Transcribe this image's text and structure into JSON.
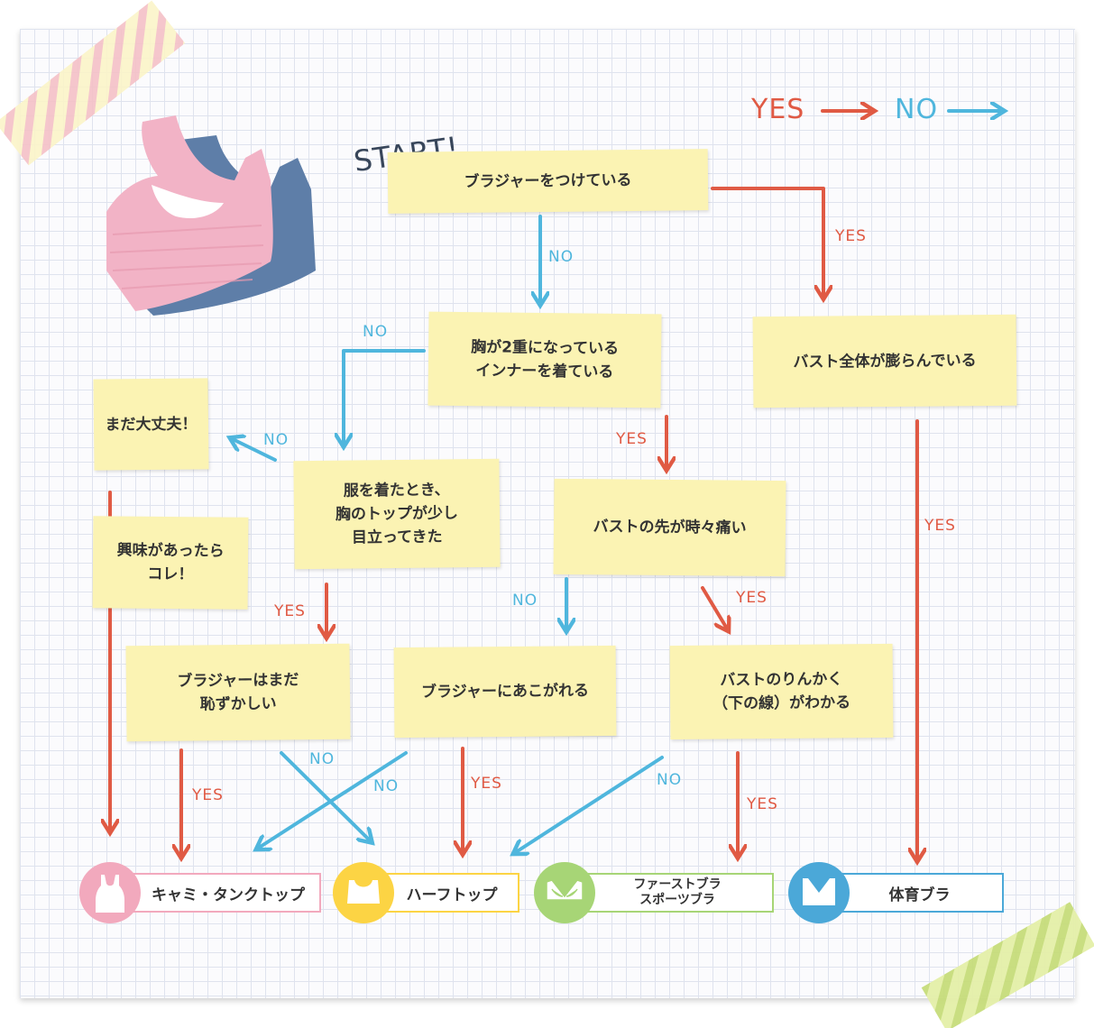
{
  "legend": {
    "yes": "YES",
    "no": "NO"
  },
  "start": "START!",
  "nodes": {
    "q1": "ブラジャーをつけている",
    "q2": "胸が2重になっている\nインナーを着ている",
    "q3": "バスト全体が膨らんでいる",
    "q4": "まだ大丈夫！",
    "q5": "服を着たとき、\n胸のトップが少し\n目立ってきた",
    "q6": "バストの先が時々痛い",
    "q7": "興味があったら\nコレ！",
    "q8": "ブラジャーはまだ\n恥ずかしい",
    "q9": "ブラジャーにあこがれる",
    "q10": "バストのりんかく\n（下の線）がわかる"
  },
  "edge_labels": {
    "yes": "YES",
    "no": "NO"
  },
  "results": [
    {
      "label": "キャミ・タンクトップ",
      "color": "#f2a9bd"
    },
    {
      "label": "ハーフトップ",
      "color": "#fcd444"
    },
    {
      "label": "ファーストブラ\nスポーツブラ",
      "color": "#a7d576"
    },
    {
      "label": "体育ブラ",
      "color": "#4ba8d8"
    }
  ],
  "colors": {
    "yes": "#e05a44",
    "no": "#4fb6dd",
    "note": "#fbf3b3"
  }
}
